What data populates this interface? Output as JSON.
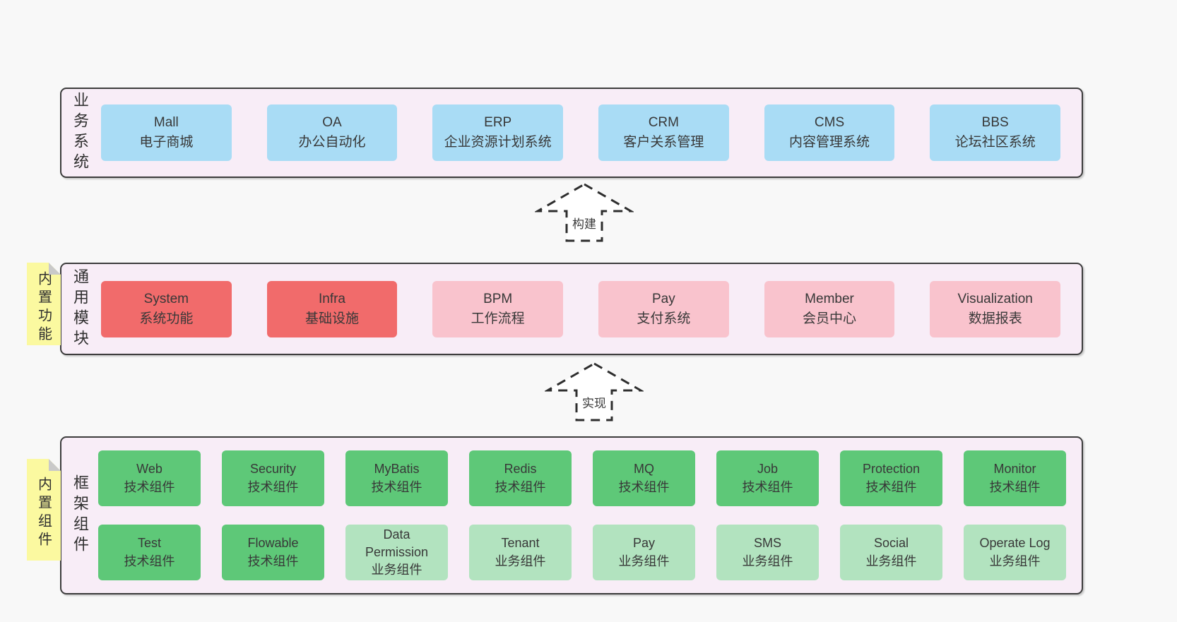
{
  "colors": {
    "page_bg": "#f8f8f8",
    "panel_bg": "#f8edf7",
    "panel_border": "#3c3c3c",
    "box_blue": "#a9dcf5",
    "box_red": "#f16b6b",
    "box_pink": "#f9c3cd",
    "box_green_dark": "#5ec878",
    "box_green_light": "#b2e3bf",
    "sticky_yellow": "#fbf9a0",
    "sticky_fold_gray": "#c9c9c9"
  },
  "arrows": [
    {
      "label": "构建"
    },
    {
      "label": "实现"
    }
  ],
  "layers": {
    "business": {
      "side_label": "业务系统",
      "boxes": [
        {
          "title": "Mall",
          "subtitle": "电子商城"
        },
        {
          "title": "OA",
          "subtitle": "办公自动化"
        },
        {
          "title": "ERP",
          "subtitle": "企业资源计划系统"
        },
        {
          "title": "CRM",
          "subtitle": "客户关系管理"
        },
        {
          "title": "CMS",
          "subtitle": "内容管理系统"
        },
        {
          "title": "BBS",
          "subtitle": "论坛社区系统"
        }
      ]
    },
    "modules": {
      "sticky_label": "内置功能",
      "side_label": "通用模块",
      "boxes": [
        {
          "title": "System",
          "subtitle": "系统功能",
          "variant": "red"
        },
        {
          "title": "Infra",
          "subtitle": "基础设施",
          "variant": "red"
        },
        {
          "title": "BPM",
          "subtitle": "工作流程",
          "variant": "pink"
        },
        {
          "title": "Pay",
          "subtitle": "支付系统",
          "variant": "pink"
        },
        {
          "title": "Member",
          "subtitle": "会员中心",
          "variant": "pink"
        },
        {
          "title": "Visualization",
          "subtitle": "数据报表",
          "variant": "pink"
        }
      ]
    },
    "components": {
      "sticky_label": "内置组件",
      "side_label": "框架组件",
      "row1": [
        {
          "title": "Web",
          "subtitle": "技术组件",
          "variant": "green-dark"
        },
        {
          "title": "Security",
          "subtitle": "技术组件",
          "variant": "green-dark"
        },
        {
          "title": "MyBatis",
          "subtitle": "技术组件",
          "variant": "green-dark"
        },
        {
          "title": "Redis",
          "subtitle": "技术组件",
          "variant": "green-dark"
        },
        {
          "title": "MQ",
          "subtitle": "技术组件",
          "variant": "green-dark"
        },
        {
          "title": "Job",
          "subtitle": "技术组件",
          "variant": "green-dark"
        },
        {
          "title": "Protection",
          "subtitle": "技术组件",
          "variant": "green-dark"
        },
        {
          "title": "Monitor",
          "subtitle": "技术组件",
          "variant": "green-dark"
        }
      ],
      "row2": [
        {
          "title": "Test",
          "subtitle": "技术组件",
          "variant": "green-dark"
        },
        {
          "title": "Flowable",
          "subtitle": "技术组件",
          "variant": "green-dark"
        },
        {
          "title": "Data Permission",
          "subtitle": "业务组件",
          "variant": "green-light"
        },
        {
          "title": "Tenant",
          "subtitle": "业务组件",
          "variant": "green-light"
        },
        {
          "title": "Pay",
          "subtitle": "业务组件",
          "variant": "green-light"
        },
        {
          "title": "SMS",
          "subtitle": "业务组件",
          "variant": "green-light"
        },
        {
          "title": "Social",
          "subtitle": "业务组件",
          "variant": "green-light"
        },
        {
          "title": "Operate Log",
          "subtitle": "业务组件",
          "variant": "green-light"
        }
      ]
    }
  }
}
